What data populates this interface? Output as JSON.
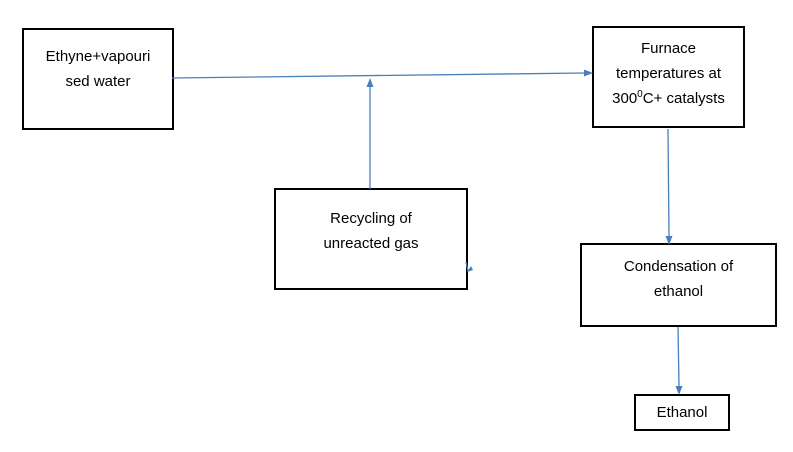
{
  "diagram": {
    "nodes": [
      {
        "id": "ethyne",
        "lines": [
          "Ethyne+vapouri",
          "sed water"
        ]
      },
      {
        "id": "furnace",
        "lines": [
          "Furnace",
          "temperatures at",
          "300",
          "0",
          "C+ catalysts"
        ]
      },
      {
        "id": "recycle",
        "lines": [
          "Recycling of",
          "unreacted gas"
        ]
      },
      {
        "id": "condense",
        "lines": [
          "Condensation of",
          "ethanol"
        ]
      },
      {
        "id": "ethanol",
        "lines": [
          "Ethanol"
        ]
      }
    ],
    "edges": [
      {
        "from": "ethyne",
        "to": "furnace"
      },
      {
        "from": "recycle",
        "to": "ethyne-furnace-line"
      },
      {
        "from": "furnace",
        "to": "condense"
      },
      {
        "from": "condense",
        "to": "ethanol"
      }
    ],
    "colors": {
      "arrow": "#4a7ebb",
      "box_border": "#000000"
    }
  }
}
